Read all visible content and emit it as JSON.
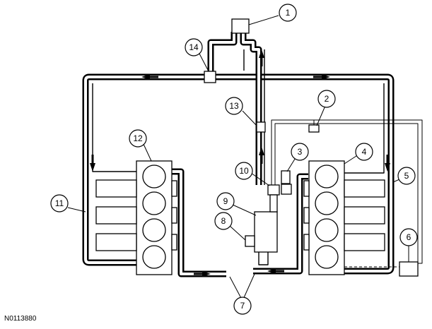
{
  "figure_id": "N0113880",
  "callouts": [
    "1",
    "2",
    "3",
    "4",
    "5",
    "6",
    "7",
    "8",
    "9",
    "10",
    "11",
    "12",
    "13",
    "14"
  ],
  "colors": {
    "line": "#000000",
    "fill": "#ffffff"
  }
}
